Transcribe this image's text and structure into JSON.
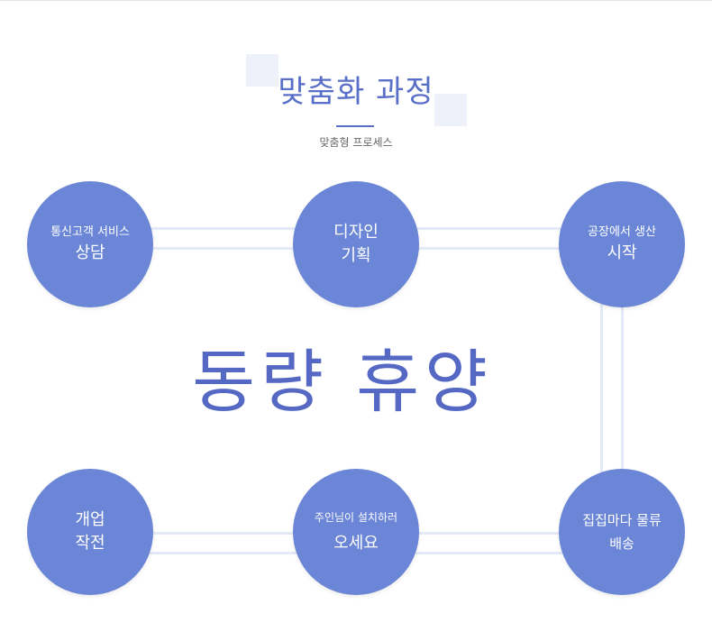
{
  "header": {
    "title": "맞춤화 과정",
    "subtitle": "맞춤형 프로세스"
  },
  "center_text": "동량 휴양",
  "steps": [
    {
      "line1": "통신고객 서비스",
      "line2": "상담"
    },
    {
      "line1": "디자인",
      "line2": "기획"
    },
    {
      "line1": "공장에서 생산",
      "line2": "시작"
    },
    {
      "line1": "개업",
      "line2": "작전"
    },
    {
      "line1": "주인님이 설치하러",
      "line2": "오세요"
    },
    {
      "line1": "집집마다 물류",
      "line2": "배송"
    }
  ],
  "colors": {
    "accent": "#6b86d6",
    "title": "#5a6fc8"
  }
}
